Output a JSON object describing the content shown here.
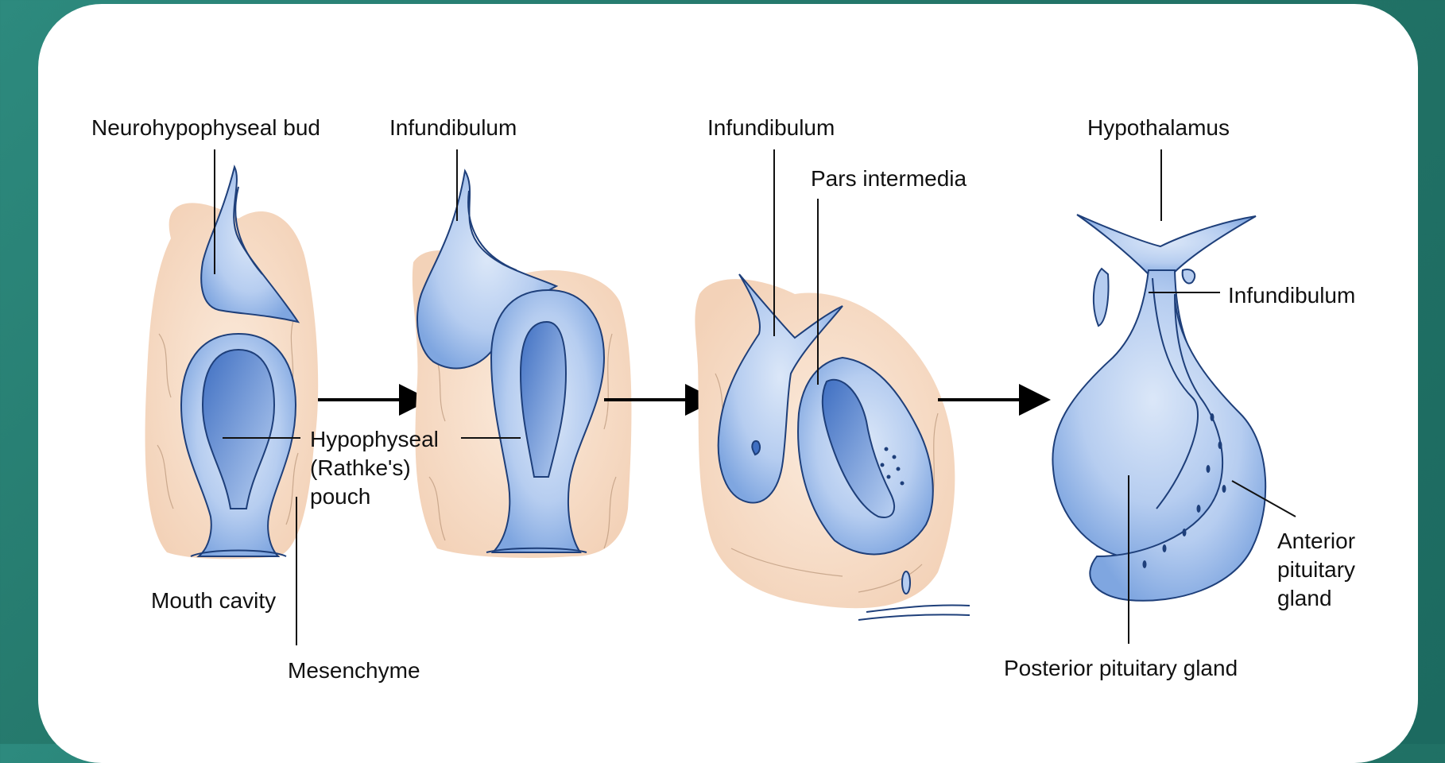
{
  "labels": {
    "neurohypophyseal_bud": "Neurohypophyseal bud",
    "infundibulum_1": "Infundibulum",
    "infundibulum_2": "Infundibulum",
    "pars_intermedia": "Pars intermedia",
    "hypothalamus": "Hypothalamus",
    "infundibulum_3": "Infundibulum",
    "hypophyseal_1": "Hypophyseal",
    "hypophyseal_2": "(Rathke's)",
    "hypophyseal_3": "pouch",
    "mouth_cavity": "Mouth cavity",
    "mesenchyme": "Mesenchyme",
    "anterior_1": "Anterior",
    "anterior_2": "pituitary",
    "anterior_3": "gland",
    "posterior": "Posterior pituitary gland"
  },
  "colors": {
    "background": "#237568",
    "card": "#ffffff",
    "tissue": "#f6dcc6",
    "structure_light": "#c8daf3",
    "structure_dark": "#6f9fdd",
    "outline": "#1e3f7a"
  }
}
